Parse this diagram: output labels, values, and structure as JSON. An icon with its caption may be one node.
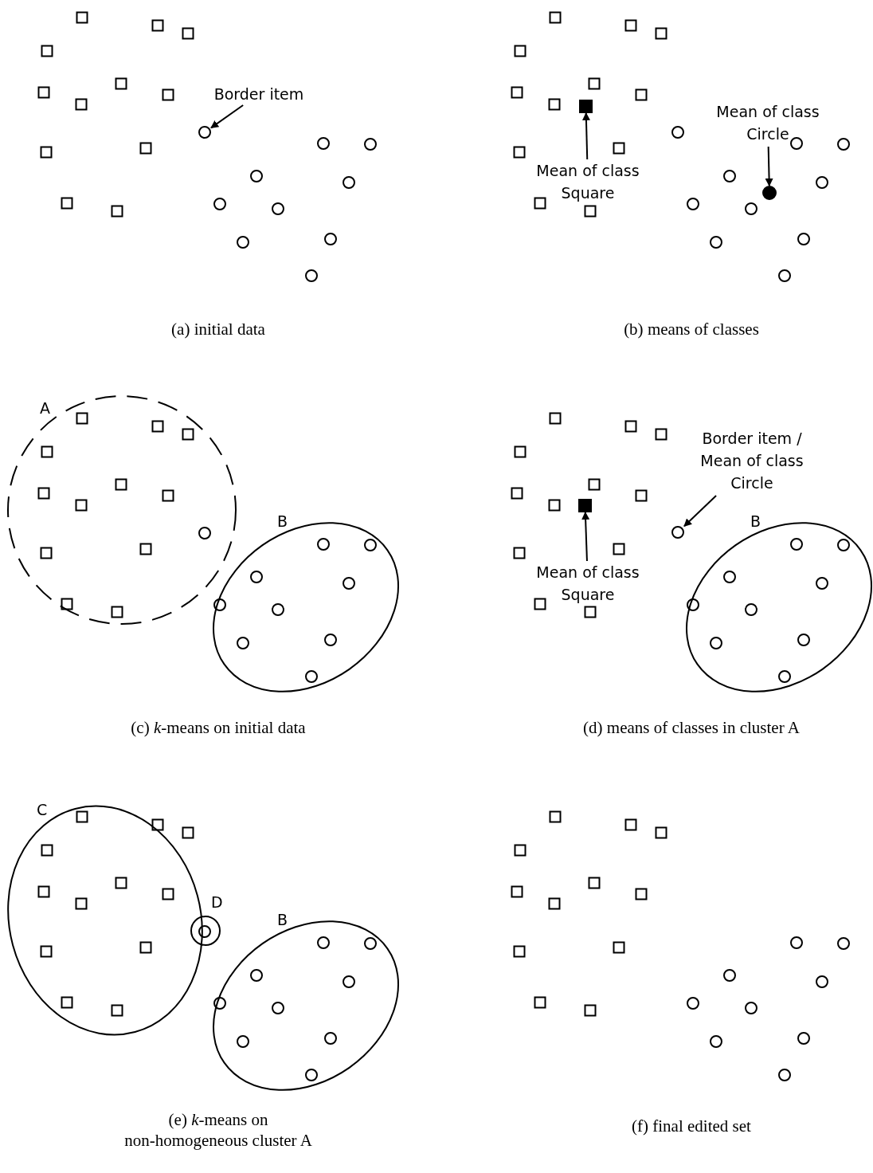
{
  "diagram": {
    "nodes": [
      {
        "text": [
          "Border item"
        ]
      },
      {
        "text": [],
        "shape": "circle"
      },
      {
        "text": [
          "Mean of class Circle"
        ]
      },
      {
        "text": [],
        "shape": "circle"
      },
      {
        "text": [],
        "shape": "box"
      },
      {
        "text": [
          "Mean of class Square"
        ]
      },
      {
        "text": [
          "A"
        ]
      },
      {
        "text": [
          "B"
        ]
      },
      {
        "text": [
          "Border item / Mean of class Circle"
        ]
      },
      {
        "text": [],
        "shape": "circle"
      },
      {
        "text": [],
        "shape": "box"
      },
      {
        "text": [
          "Mean of class Square"
        ]
      },
      {
        "text": [
          "B"
        ]
      },
      {
        "text": [
          "C"
        ]
      },
      {
        "text": [
          "D"
        ]
      },
      {
        "text": [
          "B"
        ]
      }
    ],
    "edges": [
      {
        "from": 0,
        "to": 1,
        "arrow": "to"
      },
      {
        "from": 2,
        "to": 3,
        "arrow": "to"
      },
      {
        "from": 5,
        "to": 4,
        "arrow": "to"
      },
      {
        "from": 8,
        "to": 9,
        "arrow": "to"
      },
      {
        "from": 11,
        "to": 10,
        "arrow": "to"
      }
    ],
    "labels": [
      "(a) initial data",
      "(b) means of classes",
      "(c) *k*-means on initial data",
      "(d) means of classes in cluster A",
      "(e) *k*-means on non-homogeneous cluster A",
      "(f) final edited set"
    ]
  }
}
